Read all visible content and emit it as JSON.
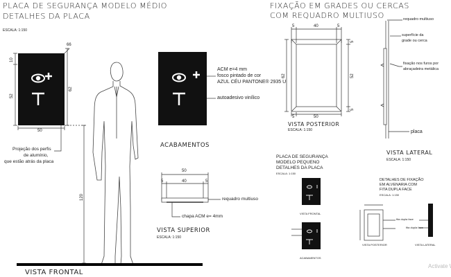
{
  "section_main": {
    "title_line1": "PLACA DE SEGURANÇA MODELO MÉDIO",
    "title_line2": "DETALHES DA PLACA",
    "scale": "ESCALA: 1:150",
    "dims": {
      "width": "50",
      "height": "52",
      "top_offset": "10",
      "right_height": "62",
      "corner": "66",
      "mount_height": "120"
    },
    "note_profiles": [
      "Projeção dos perfis",
      "de alumínio,",
      "que estão atrás da placa"
    ],
    "view_front": "VISTA FRONTAL"
  },
  "spec_panel": {
    "notes": [
      "ACM e=4 mm",
      "fosco pintado de cor",
      "AZUL CÉU PANTONE® 2935 U"
    ],
    "vinyl": "autoadesivo vinílico",
    "finishes": "ACABAMENTOS"
  },
  "top_view": {
    "dims": {
      "total": "50",
      "left": "5",
      "mid": "40",
      "right": "5"
    },
    "frame_note": "requadro multiuso",
    "sheet_note": "chapa ACM e= 4mm",
    "title": "VISTA SUPERIOR",
    "scale": "ESCALA: 1:150"
  },
  "section_fence": {
    "title_line1": "FIXAÇÃO EM GRADES OU CERCAS",
    "title_line2": "COM REQUADRO MULTIUSO",
    "dims": {
      "top": "40",
      "top_left": "5",
      "top_right": "5",
      "left": "62",
      "side_top": "5",
      "side_mid": "52",
      "side_bottom": "5",
      "bottom": "50",
      "bottom_left": "5"
    },
    "view_back": "VISTA POSTERIOR",
    "scale_back": "ESCALA: 1:150",
    "lateral_notes": [
      "requadro multiuso",
      "superfície da",
      "grade ou cerca",
      "fixação nos furos por",
      "abraçadeira metálica",
      "placa"
    ],
    "view_lateral": "VISTA LATERAL",
    "scale_lateral": "ESCALA: 1:150"
  },
  "section_small": {
    "title_lines": [
      "PLACA DE SEGURANÇA",
      "MODELO PEQUENO",
      "DETALHES DA PLACA"
    ],
    "scale": "ESCALA: 1:150",
    "view_front": "VISTA FRONTAL",
    "finishes": "ACABAMENTOS"
  },
  "section_wall": {
    "title_lines": [
      "DETALHES DE FIXAÇÃO",
      "EM ALVENARIA COM",
      "FITA DUPLA FACE"
    ],
    "scale": "ESCALA: 1:150",
    "tape_label": "fita dupla face",
    "tape_label2": "fita dupla face",
    "view_back": "VISTA POSTERIOR",
    "view_lateral": "VISTA LATERAL"
  },
  "watermark": "Activate W",
  "colors": {
    "plate": "#111111",
    "line": "#333333",
    "bg": "#ffffff"
  }
}
